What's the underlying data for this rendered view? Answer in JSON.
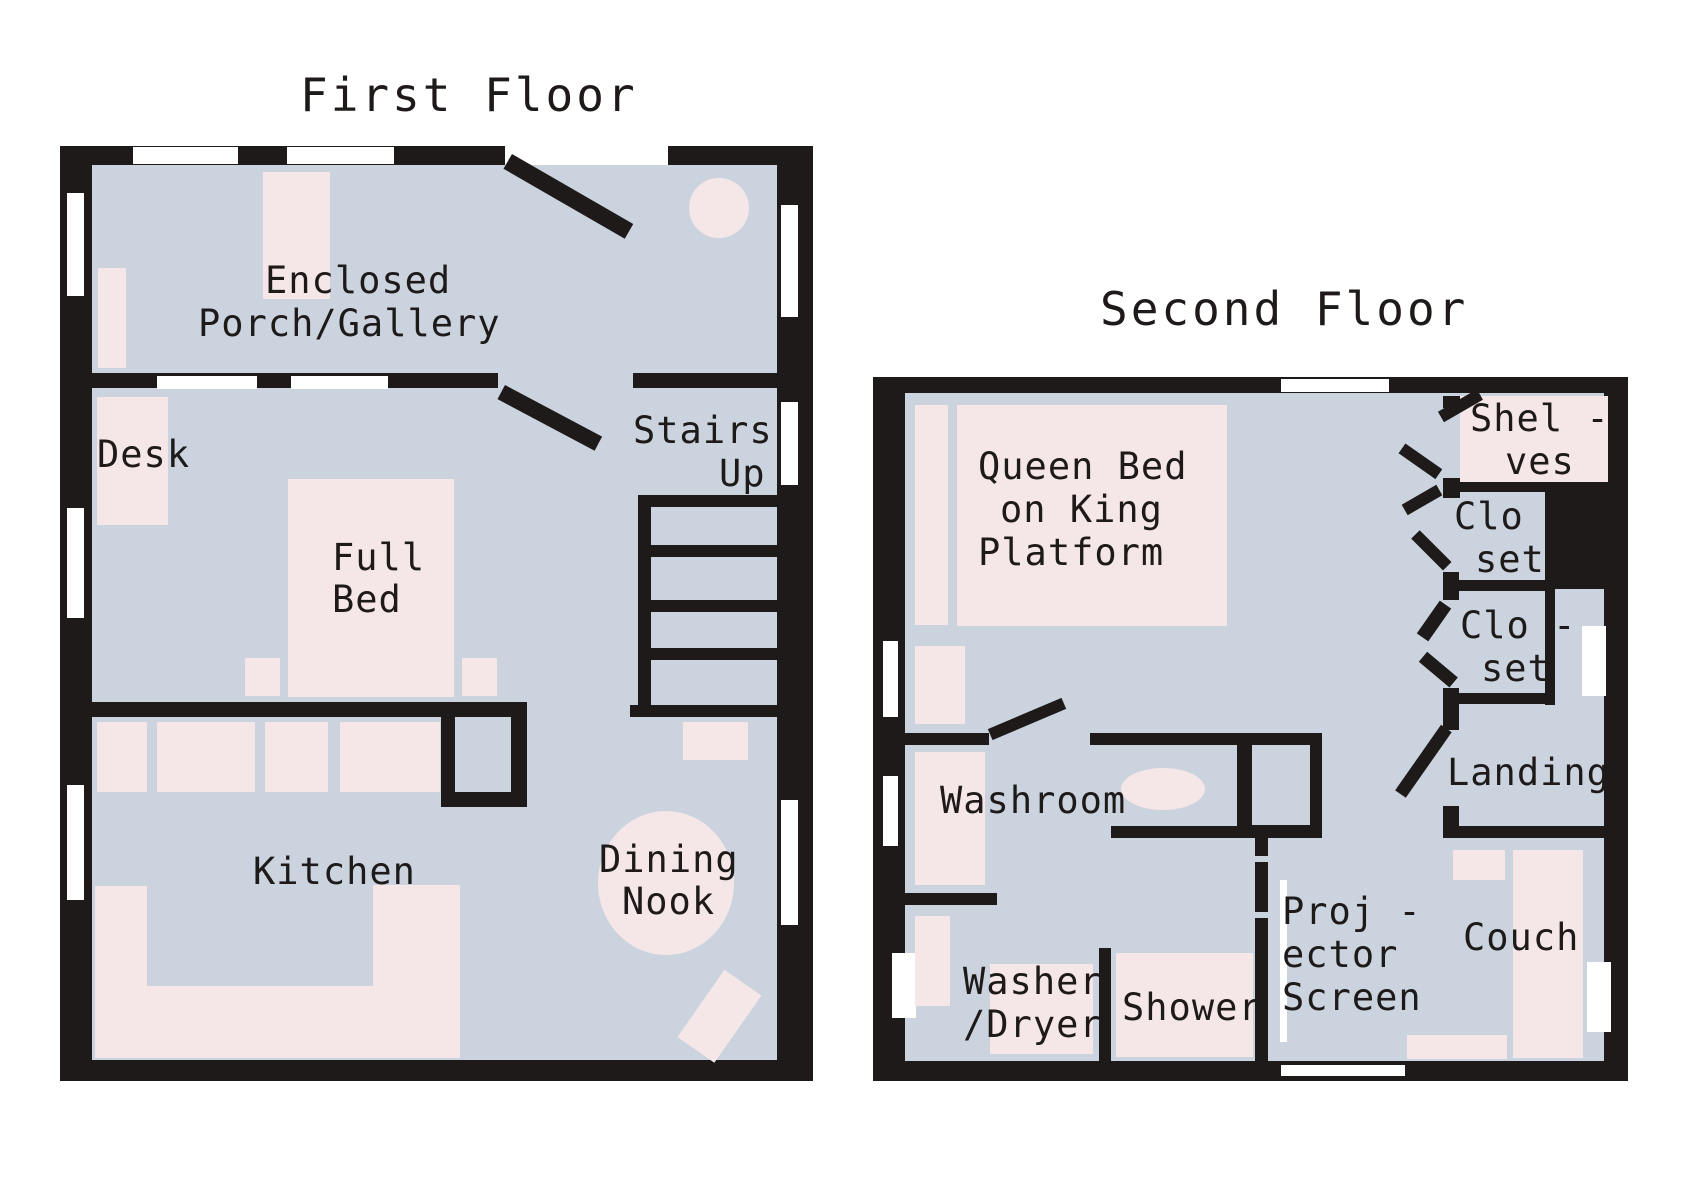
{
  "colors": {
    "wall": "#1e1a19",
    "floor": "#cbd4de",
    "furniture": "#f5e7e7",
    "window": "#ffffff"
  },
  "floors": [
    {
      "title": "First Floor",
      "rooms": {
        "porch": [
          "Enclosed",
          "Porch/Gallery"
        ],
        "desk": [
          "Desk"
        ],
        "bed": [
          "Full",
          "Bed"
        ],
        "stairs": [
          "Stairs",
          "Up"
        ],
        "kitchen": [
          "Kitchen"
        ],
        "dining": [
          "Dining",
          "Nook"
        ]
      }
    },
    {
      "title": "Second Floor",
      "rooms": {
        "bed": [
          "Queen Bed",
          "on King",
          "Platform"
        ],
        "shelves": [
          "Shel -",
          "ves"
        ],
        "closet1": [
          "Clo -",
          "set"
        ],
        "closet2": [
          "Clo -",
          "set"
        ],
        "landing": [
          "Landing"
        ],
        "washroom": [
          "Washroom"
        ],
        "washer": [
          "Washer",
          "/Dryer"
        ],
        "shower": [
          "Shower"
        ],
        "projector": [
          "Proj -",
          "ector",
          "Screen"
        ],
        "couch": [
          "Couch"
        ]
      }
    }
  ]
}
